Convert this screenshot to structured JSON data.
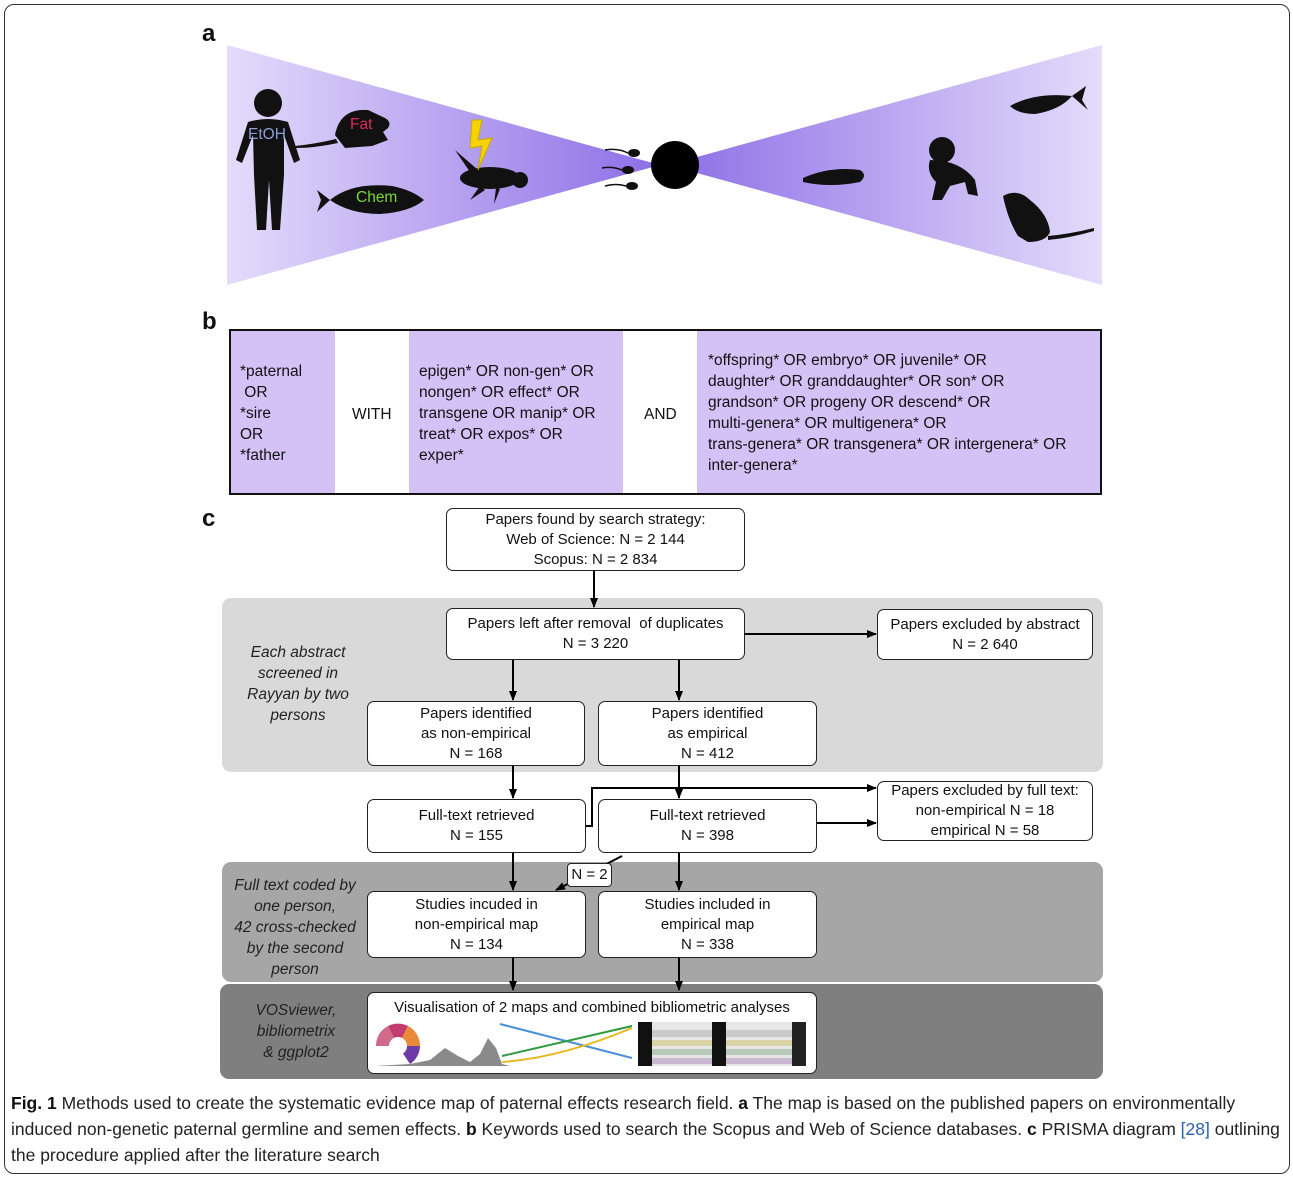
{
  "panel_a": {
    "letter": "a",
    "exposures": {
      "etoh": "EtOH",
      "fat": "Fat",
      "chem": "Chem"
    },
    "exposure_colors": {
      "etoh": "#8c9fd6",
      "fat": "#e0285a",
      "chem": "#7cd63a"
    }
  },
  "panel_b": {
    "letter": "b",
    "col1": [
      "*paternal",
      " OR",
      "*sire",
      "OR",
      "*father"
    ],
    "op1": "WITH",
    "col2": [
      "epigen* OR non-gen* OR",
      "nongen* OR effect* OR",
      "transgene OR manip* OR",
      "treat* OR expos* OR",
      "exper*"
    ],
    "op2": "AND",
    "col3": [
      "*offspring* OR embryo* OR juvenile* OR",
      "daughter* OR granddaughter* OR son* OR",
      "grandson* OR progeny OR descend* OR",
      "multi-genera* OR multigenera* OR",
      "trans-genera* OR transgenera* OR intergenera* OR",
      "inter-genera*"
    ],
    "highlight_color": "#d4c2f7"
  },
  "panel_c": {
    "letter": "c",
    "boxes": {
      "search": [
        "Papers found by search strategy:",
        "Web of Science: N = 2 144",
        "Scopus: N = 2 834"
      ],
      "dedup": [
        "Papers left after removal  of duplicates",
        "N = 3 220"
      ],
      "excl_abstract": [
        "Papers excluded by abstract",
        "N = 2 640"
      ],
      "non_emp": [
        "Papers identified",
        "as non-empirical",
        "N = 168"
      ],
      "emp": [
        "Papers identified",
        "as empirical",
        "N = 412"
      ],
      "ft_non": [
        "Full-text retrieved",
        "N = 155"
      ],
      "ft_emp": [
        "Full-text retrieved",
        "N = 398"
      ],
      "excl_full": [
        "Papers excluded by full text:",
        "non-empirical N = 18",
        "empirical N = 58"
      ],
      "n2": "N = 2",
      "inc_non": [
        "Studies incuded in",
        "non-empirical map",
        "N = 134"
      ],
      "inc_emp": [
        "Studies included in",
        "empirical map",
        "N = 338"
      ],
      "vis": "Visualisation of 2 maps and combined bibliometric analyses"
    },
    "side_labels": {
      "screening": [
        "Each abstract",
        "screened in",
        "Rayyan by two",
        "persons"
      ],
      "coding": [
        "Full text coded by",
        "one person,",
        "42 cross-checked",
        "by the second",
        "person"
      ],
      "tools": [
        "VOSviewer,",
        "bibliometrix",
        "& ggplot2"
      ]
    },
    "band_colors": [
      "#d9d9d9",
      "#a6a6a6",
      "#7f7f7f"
    ]
  },
  "caption": {
    "fig": "Fig. 1",
    "text1": " Methods used to create the systematic evidence map of paternal effects research field. ",
    "a": "a",
    "text2": " The map is based on the published papers on environmentally induced non-genetic paternal germline and semen effects. ",
    "b": "b",
    "text3": " Keywords used to search the Scopus and Web of Science databases. ",
    "c": "c",
    "text4": " PRISMA diagram ",
    "ref": "[28]",
    "text5": " outlining the procedure applied after the literature search"
  }
}
